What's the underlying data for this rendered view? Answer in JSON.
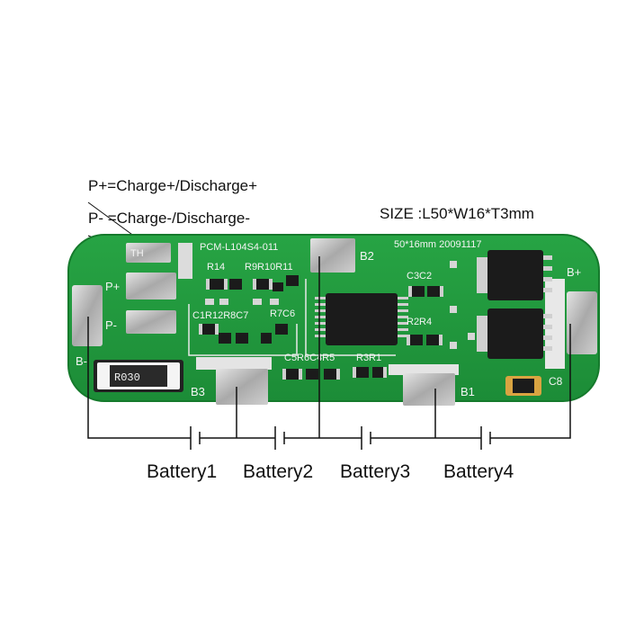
{
  "captions": {
    "p_plus": "P+=Charge+/Discharge+",
    "p_minus": "P- =Charge-/Discharge-",
    "size": "SIZE  :L50*W16*T3mm"
  },
  "batteries": [
    "Battery1",
    "Battery2",
    "Battery3",
    "Battery4"
  ],
  "silkscreen": {
    "model": "PCM-L104S4-011",
    "dims": "50*16mm  20091117",
    "th": "TH",
    "p_plus": "P+",
    "p_minus": "P-",
    "b_minus": "B-",
    "b_plus": "B+",
    "b1": "B1",
    "b2": "B2",
    "b3": "B3",
    "c8": "C8",
    "r14": "R14",
    "r9r10r11": "R9R10R11",
    "c1r12r8c7": "C1R12R8C7",
    "r7c6": "R7C6",
    "c3c2": "C3C2",
    "r2r4": "R2R4",
    "c5r6c4r5": "C5R6C4R5",
    "r3r1": "R3R1",
    "resistor_marking": "R030"
  },
  "colors": {
    "board": "#1f9a3c",
    "board_edge": "#177a2e",
    "pad": "#b9b9b9",
    "ic": "#1b1b1b",
    "wire": "#111111"
  }
}
